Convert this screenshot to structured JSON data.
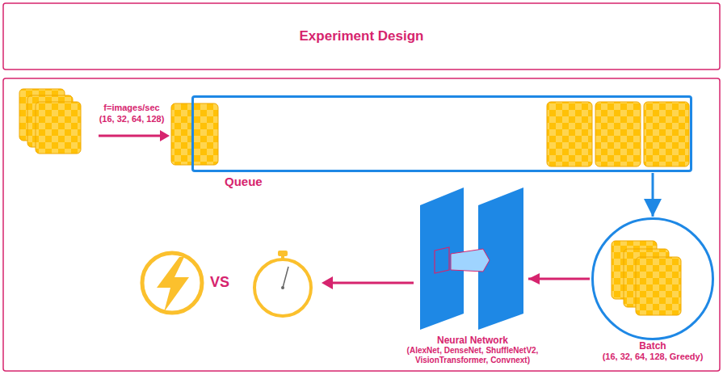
{
  "diagram": {
    "title": "Experiment Design",
    "nodes": [
      {
        "text": [
          "Queue"
        ]
      },
      {
        "text": [
          "Batch",
          "(16, 32, 64, 128, Greedy)"
        ]
      },
      {
        "text": [
          "Neural Network",
          "(AlexNet, DenseNet, ShuffleNetV2, VisionTransformer, Convnext)"
        ]
      }
    ],
    "edges": [
      {
        "from": 0,
        "to": 1,
        "arrow": "to"
      },
      {
        "from": 1,
        "to": 2,
        "arrow": "to"
      }
    ],
    "labels": [
      "f=images/sec",
      "(16, 32, 64, 128)",
      "VS"
    ]
  }
}
